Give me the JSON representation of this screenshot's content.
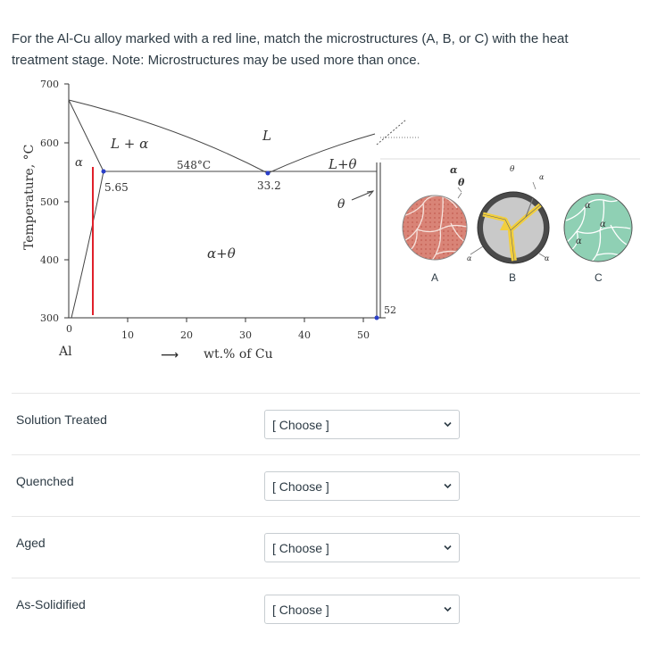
{
  "question": {
    "text": "For the Al-Cu alloy marked with a red line, match the microstructures (A, B, or C) with the heat treatment stage. Note: Microstructures may be used more than once."
  },
  "diagram": {
    "y_axis_label": "Temperature, °C",
    "y_ticks": [
      "700",
      "600",
      "500",
      "400",
      "300"
    ],
    "x_ticks": [
      "0",
      "10",
      "20",
      "30",
      "40",
      "50"
    ],
    "x_start_label": "Al",
    "x_axis_label": "wt.% of Cu",
    "arrow": "⟶",
    "labels": {
      "l_alpha": "L + α",
      "alpha": "α",
      "eutectic_temp": "548°C",
      "liquid": "L",
      "l_theta": "L+θ",
      "solubility": "5.65",
      "eutectic_comp": "33.2",
      "theta": "θ",
      "alpha_theta": "α+θ",
      "theta_comp": "52"
    },
    "red_line_color": "#e0202a",
    "micro": {
      "a": {
        "label": "A",
        "color": "#d98477"
      },
      "b": {
        "label": "B",
        "grain_label": "α",
        "theta_label": "θ",
        "theta_color": "#f2cf3e"
      },
      "c": {
        "label": "C",
        "grain_label": "α",
        "color": "#8fd0b4"
      }
    }
  },
  "rows": [
    {
      "label": "Solution Treated",
      "select_value": "[ Choose ]"
    },
    {
      "label": "Quenched",
      "select_value": "[ Choose ]"
    },
    {
      "label": "Aged",
      "select_value": "[ Choose ]"
    },
    {
      "label": "As-Solidified",
      "select_value": "[ Choose ]"
    }
  ],
  "icons": {
    "dropdown": "chevron-down-icon",
    "arrow": "arrow-right-icon"
  }
}
